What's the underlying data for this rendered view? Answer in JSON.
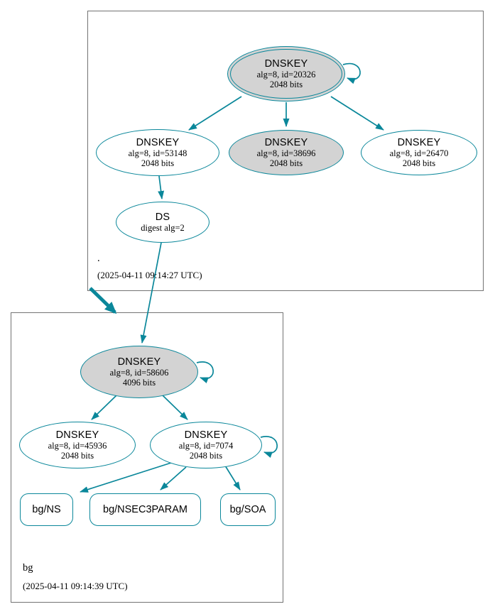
{
  "colors": {
    "edge_secure": "#0a879a",
    "node_fill_gray": "#d3d3d3",
    "node_fill_white": "#ffffff",
    "cluster_border": "#737373"
  },
  "root_zone": {
    "label": ".",
    "timestamp": "(2025-04-11 09:14:27 UTC)",
    "nodes": {
      "ksk": {
        "title": "DNSKEY",
        "detail": "alg=8, id=20326",
        "bits": "2048 bits"
      },
      "zsk1": {
        "title": "DNSKEY",
        "detail": "alg=8, id=53148",
        "bits": "2048 bits"
      },
      "zsk2": {
        "title": "DNSKEY",
        "detail": "alg=8, id=38696",
        "bits": "2048 bits"
      },
      "zsk3": {
        "title": "DNSKEY",
        "detail": "alg=8, id=26470",
        "bits": "2048 bits"
      },
      "ds": {
        "title": "DS",
        "detail": "digest alg=2"
      }
    }
  },
  "bg_zone": {
    "label": "bg",
    "timestamp": "(2025-04-11 09:14:39 UTC)",
    "nodes": {
      "ksk": {
        "title": "DNSKEY",
        "detail": "alg=8, id=58606",
        "bits": "4096 bits"
      },
      "zsk1": {
        "title": "DNSKEY",
        "detail": "alg=8, id=45936",
        "bits": "2048 bits"
      },
      "zsk2": {
        "title": "DNSKEY",
        "detail": "alg=8, id=7074",
        "bits": "2048 bits"
      },
      "rrsets": [
        {
          "label": "bg/NS"
        },
        {
          "label": "bg/NSEC3PARAM"
        },
        {
          "label": "bg/SOA"
        }
      ]
    }
  },
  "edges": [
    {
      "from": "DNSKEY 20326",
      "to": "DNSKEY 20326",
      "type": "self-sign"
    },
    {
      "from": "DNSKEY 20326",
      "to": "DNSKEY 53148",
      "type": "sign"
    },
    {
      "from": "DNSKEY 20326",
      "to": "DNSKEY 38696",
      "type": "sign"
    },
    {
      "from": "DNSKEY 20326",
      "to": "DNSKEY 26470",
      "type": "sign"
    },
    {
      "from": "DNSKEY 53148",
      "to": "DS digest alg=2",
      "type": "sign"
    },
    {
      "from": "DS digest alg=2",
      "to": "DNSKEY 58606",
      "type": "delegation"
    },
    {
      "from": "zone .",
      "to": "zone bg",
      "type": "zone-delegation"
    },
    {
      "from": "DNSKEY 58606",
      "to": "DNSKEY 58606",
      "type": "self-sign"
    },
    {
      "from": "DNSKEY 58606",
      "to": "DNSKEY 45936",
      "type": "sign"
    },
    {
      "from": "DNSKEY 58606",
      "to": "DNSKEY 7074",
      "type": "sign"
    },
    {
      "from": "DNSKEY 7074",
      "to": "DNSKEY 7074",
      "type": "self-sign"
    },
    {
      "from": "DNSKEY 7074",
      "to": "bg/NS",
      "type": "sign"
    },
    {
      "from": "DNSKEY 7074",
      "to": "bg/NSEC3PARAM",
      "type": "sign"
    },
    {
      "from": "DNSKEY 7074",
      "to": "bg/SOA",
      "type": "sign"
    }
  ]
}
